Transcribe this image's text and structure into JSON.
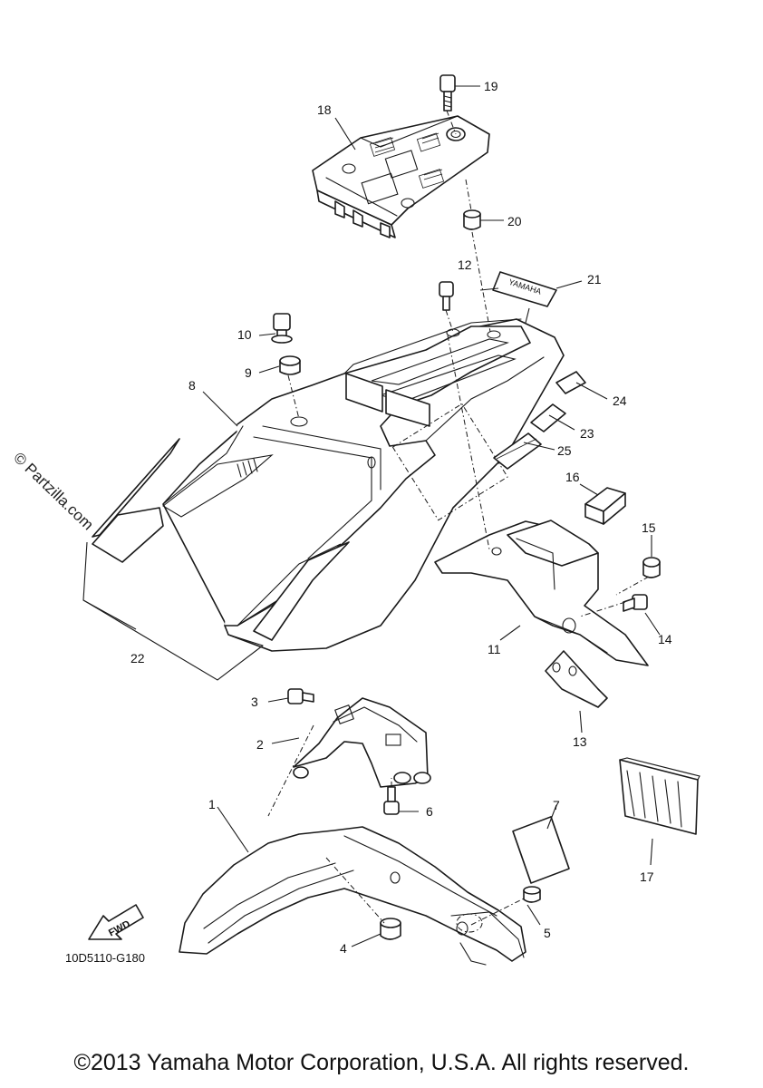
{
  "callouts": [
    "1",
    "2",
    "3",
    "4",
    "5",
    "6",
    "7",
    "8",
    "9",
    "10",
    "11",
    "12",
    "13",
    "14",
    "15",
    "16",
    "17",
    "18",
    "19",
    "20",
    "21",
    "22",
    "23",
    "24",
    "25"
  ],
  "diagram_code": "10D5110-G180",
  "fwd_label": "FWD",
  "decal_text": "YAMAHA",
  "watermark": "© Partzilla.com",
  "copyright": "©2013 Yamaha Motor Corporation, U.S.A. All rights reserved."
}
